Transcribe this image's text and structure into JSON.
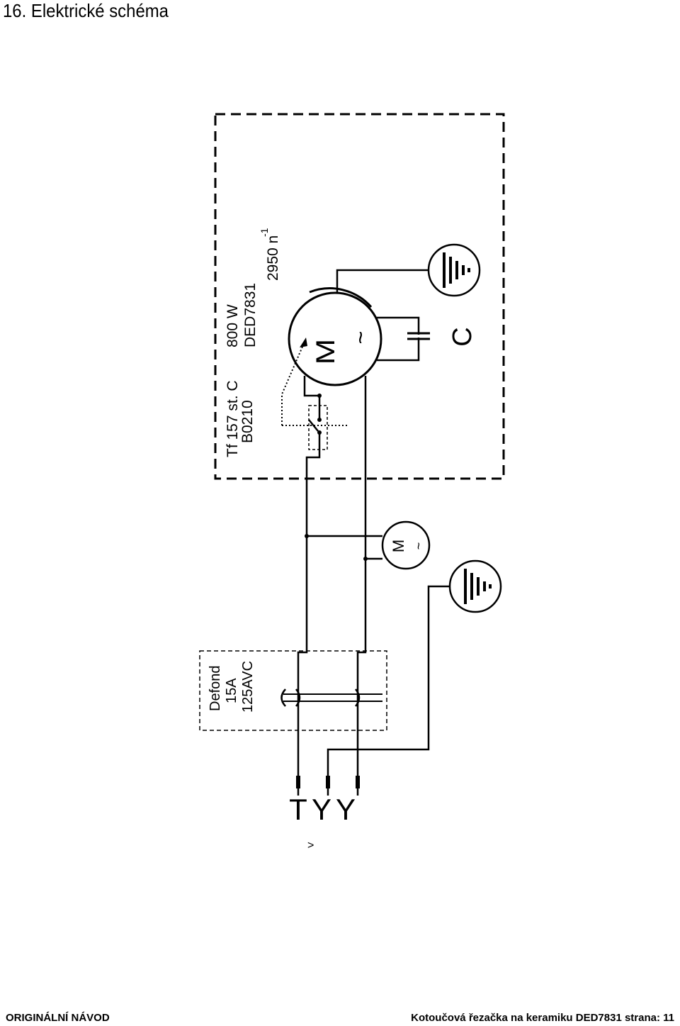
{
  "header": {
    "title": "16. Elektrické schéma"
  },
  "diagram": {
    "thermal_switch": {
      "line1": "Tf 157 st. C",
      "line2": "B0210"
    },
    "motor_spec": {
      "line1": "800 W",
      "line2": "DED7831"
    },
    "speed": {
      "value": "2950 n",
      "exponent": "-1"
    },
    "main_motor": {
      "symbol": "M",
      "tilde": "~"
    },
    "capacitor": {
      "label": "C"
    },
    "fan_motor": {
      "symbol": "M",
      "tilde": "~"
    },
    "breaker": {
      "line1": "Defond",
      "line2": "15A",
      "line3": "125AVC"
    },
    "terminals": {
      "t": "T",
      "y1": "Y",
      "y2": "Y"
    },
    "mark": ">"
  },
  "footer": {
    "left": "ORIGINÁLNÍ NÁVOD",
    "right": "Kotoučová řezačka na keramiku DED7831 strana: 11"
  }
}
